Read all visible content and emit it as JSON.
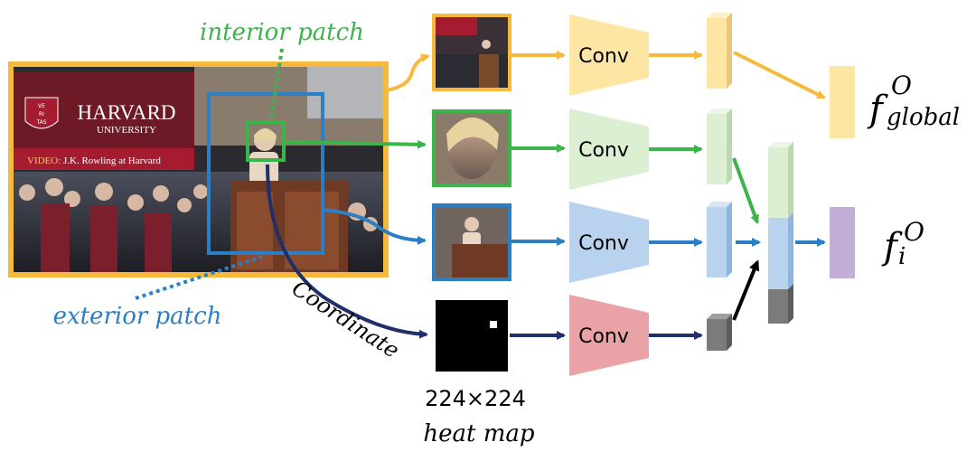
{
  "labels": {
    "interior_patch": "interior patch",
    "exterior_patch": "exterior patch",
    "coordinate": "Coordinate",
    "heatmap_size": "224×224",
    "heatmap_caption": "heat map"
  },
  "conv_labels": [
    "Conv",
    "Conv",
    "Conv",
    "Conv"
  ],
  "outputs": {
    "global": {
      "base": "f",
      "sup": "O",
      "sub": "global"
    },
    "person": {
      "base": "f",
      "sup": "O",
      "sub": "i"
    }
  },
  "photo_text": {
    "institution": "HARVARD",
    "institution_sub": "UNIVERSITY",
    "video_tag": "VIDEO:",
    "video_title": "J.K. Rowling at Harvard",
    "shield_words": [
      "VE",
      "RI",
      "TAS"
    ]
  },
  "colors": {
    "global": "#f6b93b",
    "interior": "#3bb54a",
    "exterior": "#2c7fc4",
    "coordinate": "#1f2f6b",
    "conv_global": "#fde5a4",
    "conv_interior": "#dcefd3",
    "conv_exterior": "#b9d3ee",
    "conv_coord": "#e9a3a6",
    "feature_purple": "#c4add6",
    "feature_gray": "#7b7b7b",
    "crimson": "#a51c30"
  }
}
